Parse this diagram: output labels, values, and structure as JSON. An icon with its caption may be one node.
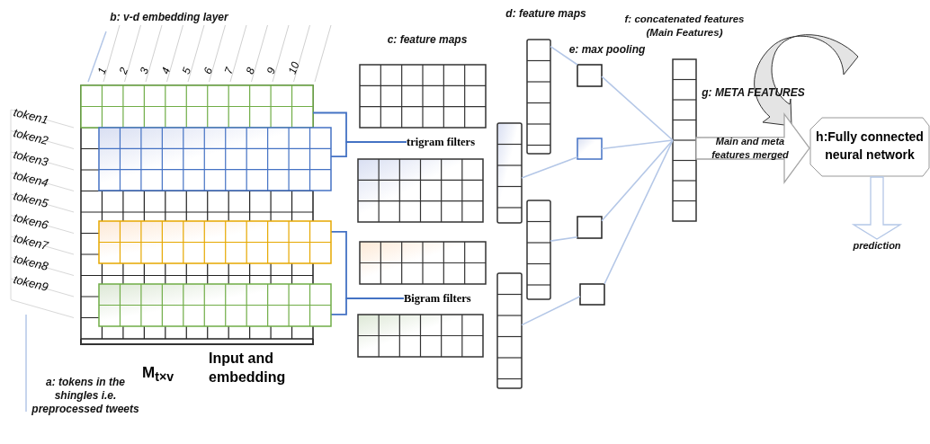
{
  "diagram": {
    "nodes": [
      {
        "text": [],
        "shape": "box",
        "beside": [
          "M$_{t×v}$",
          "Input and embedding"
        ]
      },
      {
        "text": [],
        "shape": "box",
        "in": 0
      },
      {
        "text": [],
        "shape": "box"
      },
      {
        "text": [],
        "shape": "box"
      },
      {
        "text": [],
        "shape": "box"
      },
      {
        "text": [
          "trigram filters"
        ]
      },
      {
        "text": [
          "Bigram filters"
        ]
      },
      {
        "text": [],
        "shape": "box"
      },
      {
        "text": [],
        "shape": "box"
      },
      {
        "text": [],
        "shape": "box"
      },
      {
        "text": [],
        "shape": "box"
      },
      {
        "text": [],
        "shape": "bar"
      },
      {
        "text": [],
        "shape": "bar"
      },
      {
        "text": [],
        "shape": "bar"
      },
      {
        "text": [],
        "shape": "bar"
      },
      {
        "text": [],
        "shape": "box"
      },
      {
        "text": [],
        "shape": "box"
      },
      {
        "text": [],
        "shape": "box"
      },
      {
        "text": [],
        "shape": "box"
      },
      {
        "text": [
          "f: concatenated features (Main Features)"
        ]
      },
      {
        "text": [
          "h:Fully connected neural network"
        ]
      },
      {
        "text": [
          "prediction"
        ]
      }
    ],
    "edges": [
      {
        "from": 1,
        "to": 5,
        "arrow": "none",
        "color": "#4472c4"
      },
      {
        "from": 2,
        "to": 5,
        "arrow": "none",
        "color": "#4472c4"
      },
      {
        "from": 3,
        "to": 6,
        "arrow": "none",
        "color": "#4472c4"
      },
      {
        "from": 4,
        "to": 6,
        "arrow": "none",
        "color": "#4472c4"
      },
      {
        "from": 11,
        "to": 15,
        "arrow": "none"
      },
      {
        "from": 12,
        "to": 16,
        "arrow": "none"
      },
      {
        "from": 13,
        "to": 17,
        "arrow": "none"
      },
      {
        "from": 14,
        "to": 18,
        "arrow": "none"
      },
      {
        "from": 15,
        "to": 19,
        "arrow": "none"
      },
      {
        "from": 16,
        "to": 19,
        "arrow": "none"
      },
      {
        "from": 17,
        "to": 19,
        "arrow": "none"
      },
      {
        "from": 18,
        "to": 19,
        "arrow": "none"
      },
      {
        "from": 19,
        "to": 20,
        "arrow": "to",
        "label": "Main and meta features merged",
        "style": "thick",
        "color": "#a6a6a6"
      },
      {
        "from": 20,
        "to": 21,
        "arrow": "to",
        "style": "thick"
      }
    ],
    "labels": [
      "b: v-d embedding layer",
      "d: feature maps",
      "c: feature maps",
      "e: max pooling",
      "1",
      "2",
      "3",
      "4",
      "5",
      "6",
      "7",
      "8",
      "9",
      "10",
      "g: META FEATURES",
      "token1",
      "token2",
      "token3",
      "token4",
      "token5",
      "token6",
      "token7",
      "token8",
      "token9",
      "a: tokens in the shingles i.e. preprocessed tweets"
    ]
  }
}
